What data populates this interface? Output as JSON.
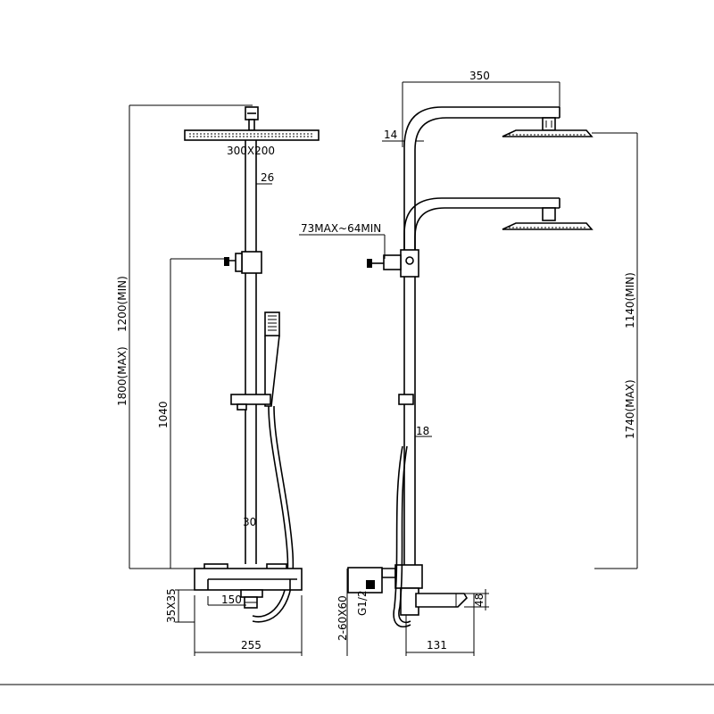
{
  "front_view": {
    "overall_height_label": "1800(MAX)",
    "min_height_label": "1200(MIN)",
    "head_size_label": "300X200",
    "arm_diameter_label": "26",
    "diverter_height_label": "1040",
    "pipe_diameter_label": "30",
    "mixer_inlet_label": "35X35",
    "centers_label": "150",
    "width_label": "255"
  },
  "side_view": {
    "reach_label": "350",
    "arm_thickness_label": "14",
    "adjust_label": "73MAX~64MIN",
    "pipe_label": "18",
    "min_height_label": "1140(MIN)",
    "max_height_label": "1740(MAX)",
    "thread_label": "G1/2",
    "bracket_label": "2-60X60",
    "spout_height_label": "48",
    "spout_reach_label": "131"
  }
}
